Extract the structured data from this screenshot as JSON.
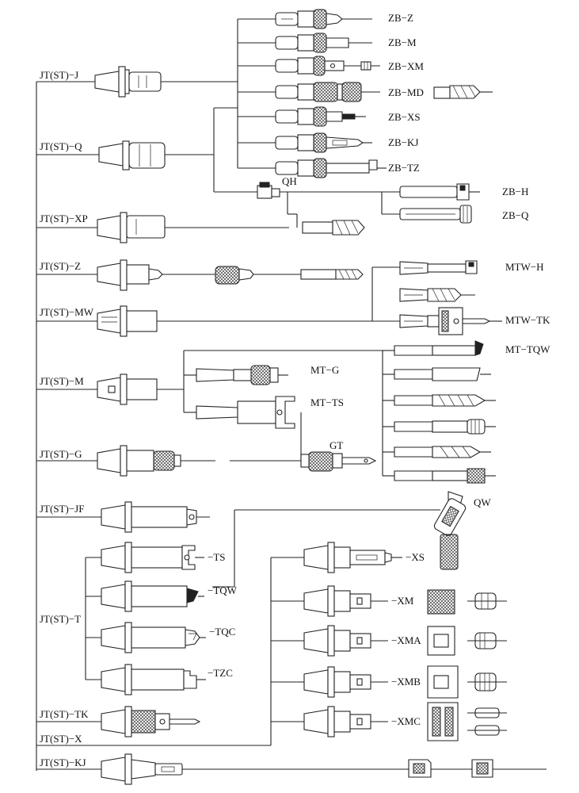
{
  "holders": {
    "j": "JT(ST)−J",
    "q": "JT(ST)−Q",
    "xp": "JT(ST)−XP",
    "z": "JT(ST)−Z",
    "mw": "JT(ST)−MW",
    "m": "JT(ST)−M",
    "g": "JT(ST)−G",
    "jf": "JT(ST)−JF",
    "t": "JT(ST)−T",
    "tk": "JT(ST)−TK",
    "x": "JT(ST)−X",
    "kj": "JT(ST)−KJ"
  },
  "zb": {
    "z": "ZB−Z",
    "m": "ZB−M",
    "xm": "ZB−XM",
    "md": "ZB−MD",
    "xs": "ZB−XS",
    "kj": "ZB−KJ",
    "tz": "ZB−TZ",
    "h": "ZB−H",
    "q": "ZB−Q"
  },
  "qh": "QH",
  "mtw": {
    "h": "MTW−H",
    "tk": "MTW−TK"
  },
  "mt": {
    "g": "MT−G",
    "ts": "MT−TS",
    "tqw": "MT−TQW"
  },
  "gt": "GT",
  "qw": "QW",
  "t_variants": {
    "ts": "−TS",
    "tqw": "−TQW",
    "tqc": "−TQC",
    "tzc": "−TZC"
  },
  "x_variants": {
    "xs": "−XS",
    "xm": "−XM",
    "xma": "−XMA",
    "xmb": "−XMB",
    "xmc": "−XMC"
  }
}
